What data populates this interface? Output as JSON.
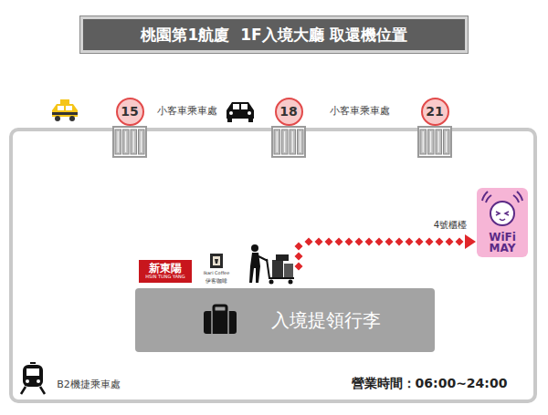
{
  "diagram": {
    "title": "桃園第1航廈  1F入境大廳 取還機位置",
    "nodes": [
      {
        "text": [
          "15"
        ]
      },
      {
        "text": [
          "18"
        ]
      },
      {
        "text": [
          "21"
        ]
      },
      {
        "text": [
          "WiFi MAY"
        ]
      },
      {
        "text": [
          "新東陽",
          "HSIN TUNG YANG"
        ]
      },
      {
        "text": [
          "入境提領行李"
        ]
      }
    ],
    "labels": [
      "小客車乘車處",
      "小客車乘車處",
      "4號櫃檯",
      "Ikari Coffee",
      "伊客咖啡",
      "B2機捷乘車處",
      "營業時間：06:00~24:00"
    ]
  }
}
